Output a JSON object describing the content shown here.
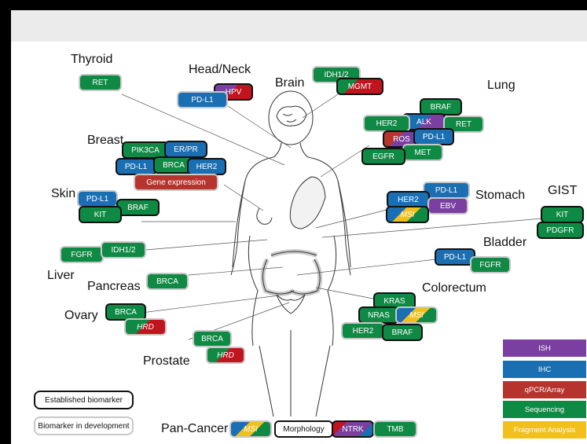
{
  "organs": {
    "thyroid": "Thyroid",
    "head_neck": "Head/Neck",
    "brain": "Brain",
    "lung": "Lung",
    "breast": "Breast",
    "skin": "Skin",
    "stomach": "Stomach",
    "gist": "GIST",
    "bladder": "Bladder",
    "liver": "Liver",
    "pancreas": "Pancreas",
    "colorectum": "Colorectum",
    "ovary": "Ovary",
    "prostate": "Prostate",
    "pan_cancer": "Pan-Cancer"
  },
  "biomarkers": {
    "thyroid_ret": "RET",
    "hn_hpv": "HPV",
    "hn_pdl1": "PD-L1",
    "brain_idh": "IDH1/2",
    "brain_mgmt": "MGMT",
    "lung_braf": "BRAF",
    "lung_her2": "HER2",
    "lung_alk": "ALK",
    "lung_ret": "RET",
    "lung_ros": "ROS",
    "lung_pdl1": "PD-L1",
    "lung_met": "MET",
    "lung_egfr": "EGFR",
    "breast_pik3ca": "PIK3CA",
    "breast_erpr": "ER/PR",
    "breast_pdl1": "PD-L1",
    "breast_brca": "BRCA",
    "breast_her2": "HER2",
    "breast_gene": "Gene expression",
    "skin_pdl1": "PD-L1",
    "skin_braf": "BRAF",
    "skin_kit": "KIT",
    "stomach_pdl1": "PD-L1",
    "stomach_her2": "HER2",
    "stomach_ebv": "EBV",
    "stomach_msi": "MSI",
    "gist_kit": "KIT",
    "gist_pdgfr": "PDGFR",
    "liver_fgfr": "FGFR",
    "liver_idh": "IDH1/2",
    "bladder_pdl1": "PD-L1",
    "bladder_fgfr": "FGFR",
    "pancreas_brca": "BRCA",
    "crc_kras": "KRAS",
    "crc_nras": "NRAS",
    "crc_msi": "MSI",
    "crc_her2": "HER2",
    "crc_braf": "BRAF",
    "ovary_brca": "BRCA",
    "ovary_hrd": "HRD",
    "prostate_brca": "BRCA",
    "prostate_hrd": "HRD",
    "pan_msi": "MSI",
    "pan_morph": "Morphology",
    "pan_ntrk": "NTRK",
    "pan_tmb": "TMB"
  },
  "key": {
    "established": "Established biomarker",
    "development": "Biomarker in development"
  },
  "legend": [
    {
      "label": "ISH",
      "color": "#7a3fa0"
    },
    {
      "label": "IHC",
      "color": "#1a6fb3"
    },
    {
      "label": "qPCR/Array",
      "color": "#b5342d"
    },
    {
      "label": "Sequencing",
      "color": "#0f8a45"
    },
    {
      "label": "Fragment Analysis",
      "color": "#f2c01d"
    }
  ]
}
